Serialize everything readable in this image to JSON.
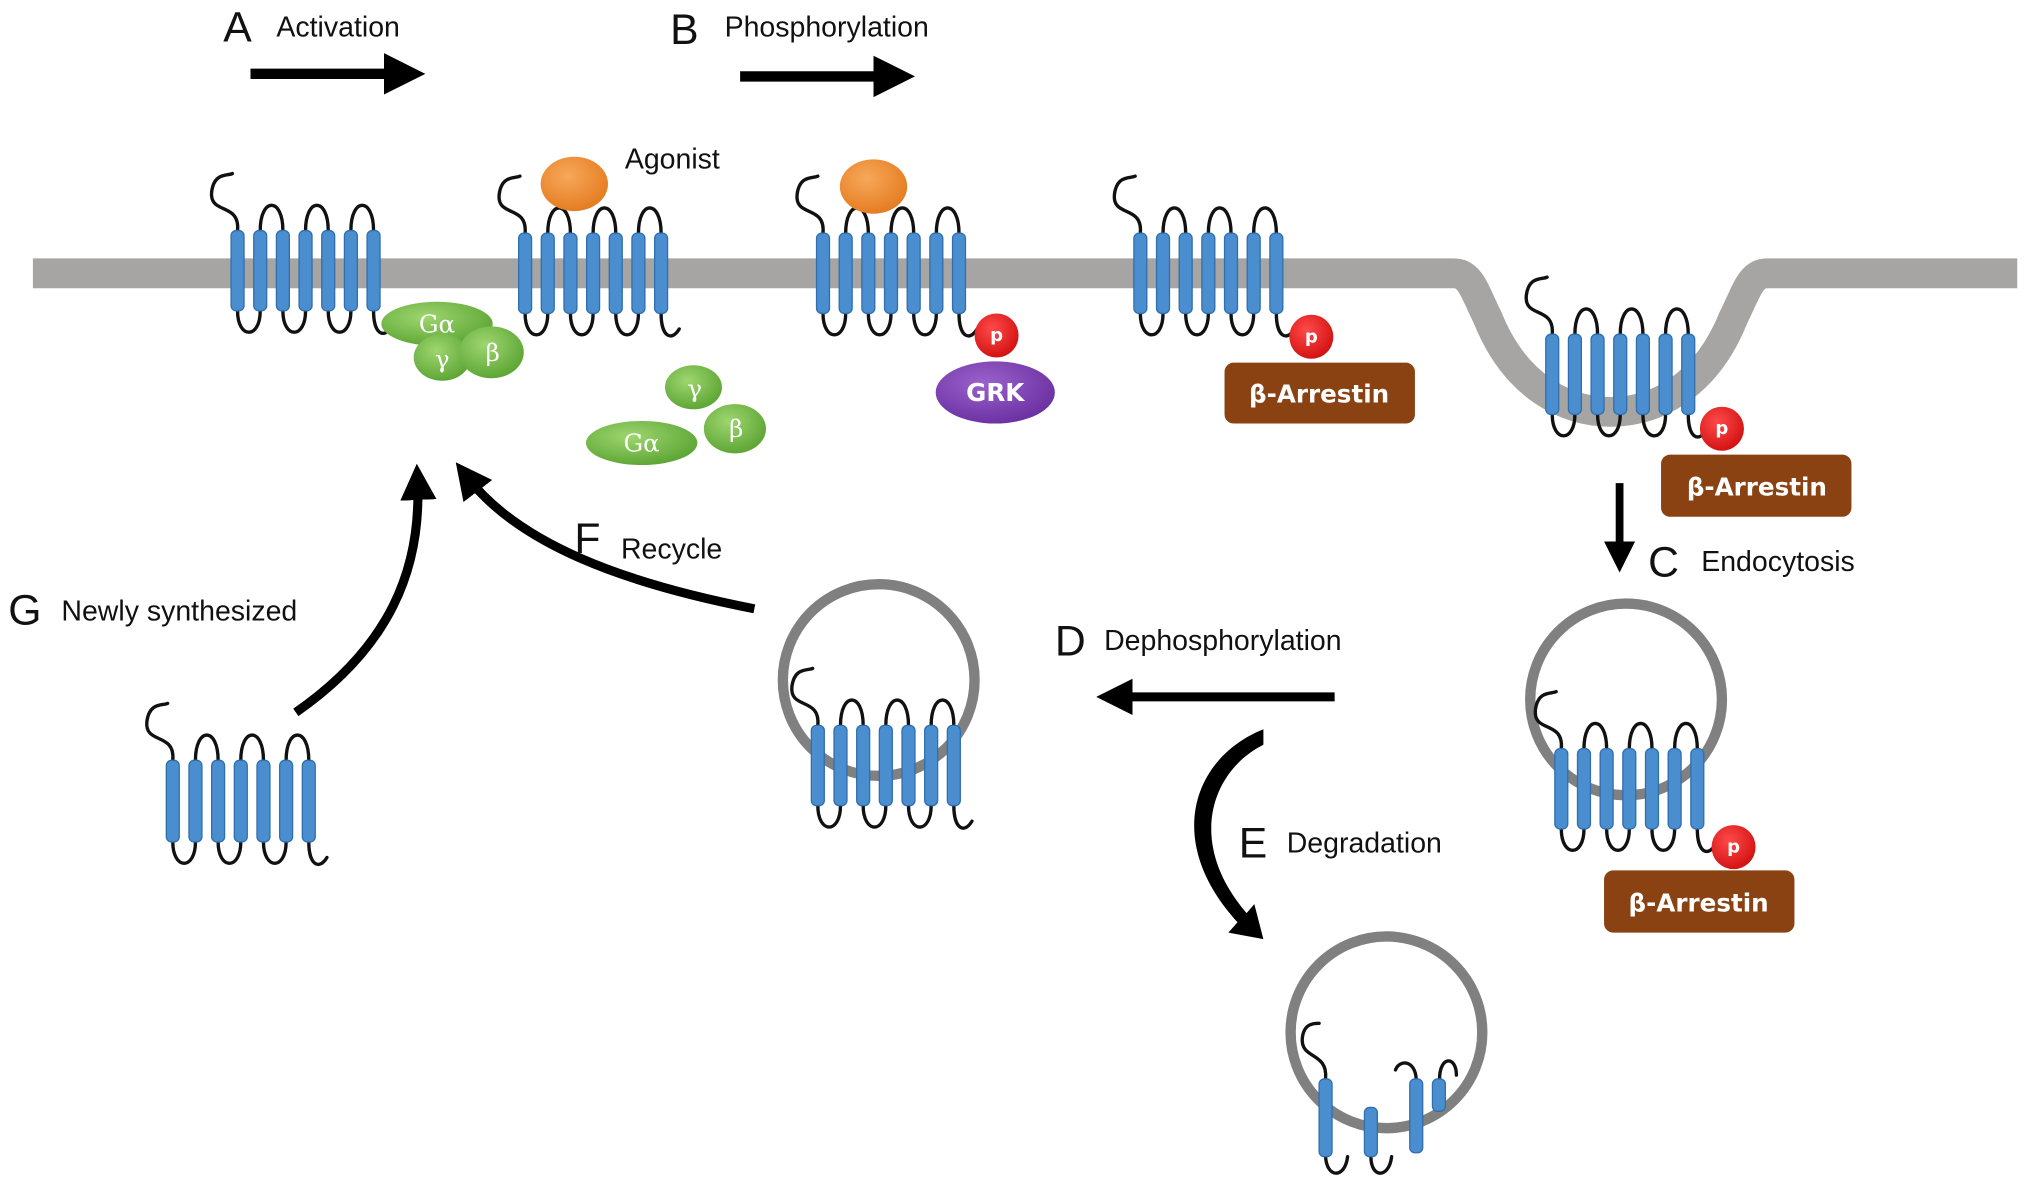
{
  "steps": {
    "a": {
      "letter": "A",
      "label": "Activation"
    },
    "b": {
      "letter": "B",
      "label": "Phosphorylation"
    },
    "c": {
      "letter": "C",
      "label": "Endocytosis"
    },
    "d": {
      "letter": "D",
      "label": "Dephosphorylation"
    },
    "e": {
      "letter": "E",
      "label": "Degradation"
    },
    "f": {
      "letter": "F",
      "label": "Recycle"
    },
    "g": {
      "letter": "G",
      "label": "Newly synthesized"
    }
  },
  "molecules": {
    "agonist": "Agonist",
    "g_alpha": "Gα",
    "g_beta": "β",
    "g_gamma": "γ",
    "grk": "GRK",
    "arrestin": "β-Arrestin",
    "phosphate": "p"
  },
  "colors": {
    "membrane": "#a7a4a4",
    "helix": "#4a8ed0",
    "agonist": "#ee8a2e",
    "g_protein": "#6db33f",
    "grk": "#7a3fb0",
    "arrestin": "#8a4212",
    "phosphate": "#e41b1b",
    "vesicle": "#808080"
  }
}
